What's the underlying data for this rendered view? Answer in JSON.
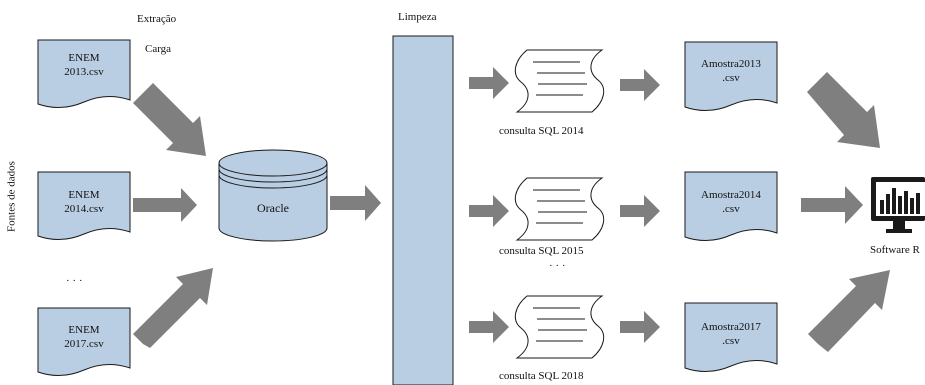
{
  "labels": {
    "sources_axis": "Fontes de dados",
    "extract": "Extração",
    "load": "Carga",
    "clean": "Limpeza",
    "database": "Oracle",
    "software": "Software R",
    "ellipsis_sources": "· · ·",
    "ellipsis_queries": "· · ·"
  },
  "sources": [
    {
      "line1": "ENEM",
      "line2": "2013.csv"
    },
    {
      "line1": "ENEM",
      "line2": "2014.csv"
    },
    {
      "line1": "ENEM",
      "line2": "2017.csv"
    }
  ],
  "queries": [
    {
      "label": "consulta SQL 2014"
    },
    {
      "label": "consulta SQL 2015"
    },
    {
      "label": "consulta SQL 2018"
    }
  ],
  "samples": [
    {
      "line1": "Amostra2013",
      "line2": ".csv"
    },
    {
      "line1": "Amostra2014",
      "line2": ".csv"
    },
    {
      "line1": "Amostra2017",
      "line2": ".csv"
    }
  ],
  "colors": {
    "shape_fill": "#b9cde3",
    "shape_stroke": "#1a1a1a",
    "arrow": "#7f7f7f"
  }
}
